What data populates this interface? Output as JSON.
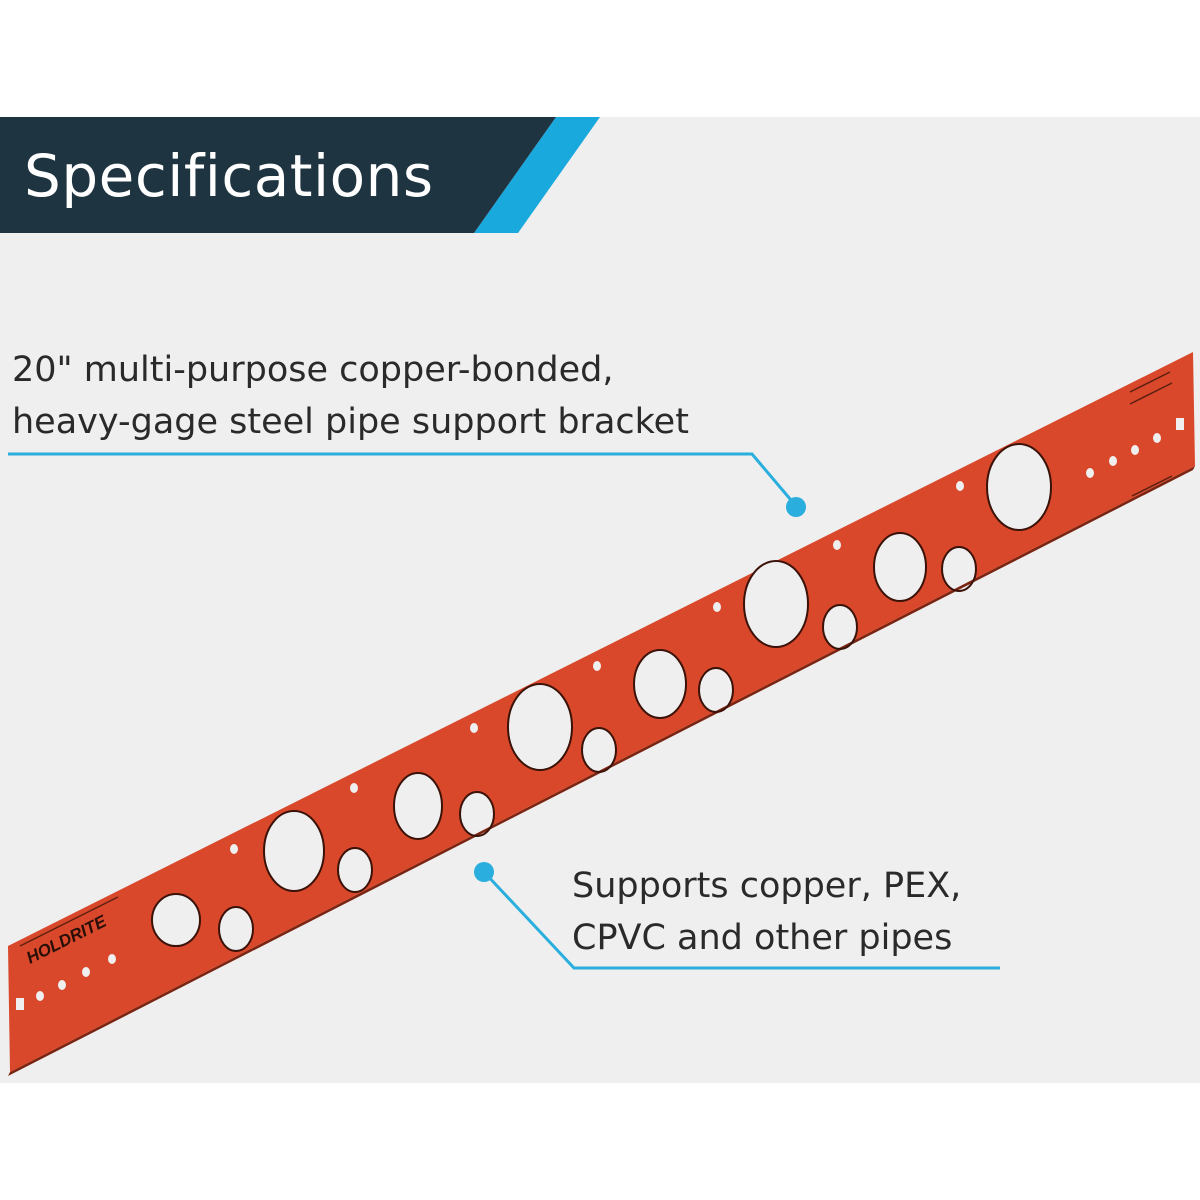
{
  "header": {
    "title": "Specifications",
    "band_color": "#1f3441",
    "accent_color": "#1aa9dc"
  },
  "callouts": {
    "top": {
      "line1": "20\" multi-purpose copper-bonded,",
      "line2": "heavy-gage steel pipe support bracket"
    },
    "bottom": {
      "line1": "Supports copper, PEX,",
      "line2": "CPVC and other pipes"
    },
    "line_color": "#29aedd"
  },
  "bracket": {
    "color": "#d9482a",
    "brand_text": "HOLDRITE"
  }
}
